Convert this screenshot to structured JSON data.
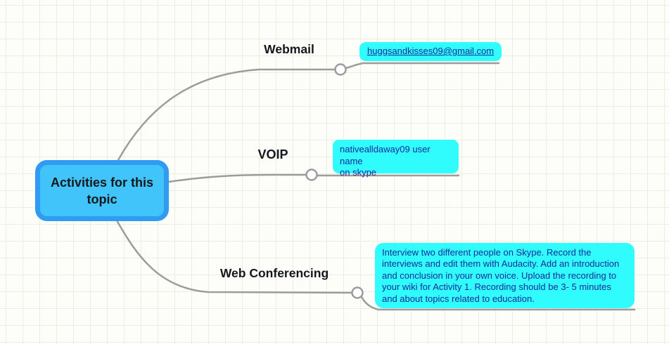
{
  "app": {
    "type": "mind-map"
  },
  "colors": {
    "canvas-bg": "#fdfdfa",
    "grid-line": "#e9efe0",
    "branch-line": "#9c9c9c",
    "root-fill": "#41c4f9",
    "root-border": "#2f9bf1",
    "label-text": "#14181d",
    "child-fill": "#30fbfd",
    "child-text": "#1c2b9d"
  },
  "root": {
    "label": "Activities for this topic"
  },
  "branches": [
    {
      "label": "Webmail",
      "child": {
        "text": "huggsandkisses09@gmail.com",
        "is_link": true
      }
    },
    {
      "label": "VOIP",
      "child": {
        "text": "nativealldaway09 user name\non skype",
        "is_link": false
      }
    },
    {
      "label": "Web Conferencing",
      "child": {
        "text": "Interview two different people on Skype. Record the\ninterviews and edit them with Audacity. Add an introduction\nand conclusion in your own voice. Upload the recording to\nyour wiki for Activity 1. Recording should be 3- 5 minutes\nand about topics related to education.",
        "is_link": false
      }
    }
  ]
}
